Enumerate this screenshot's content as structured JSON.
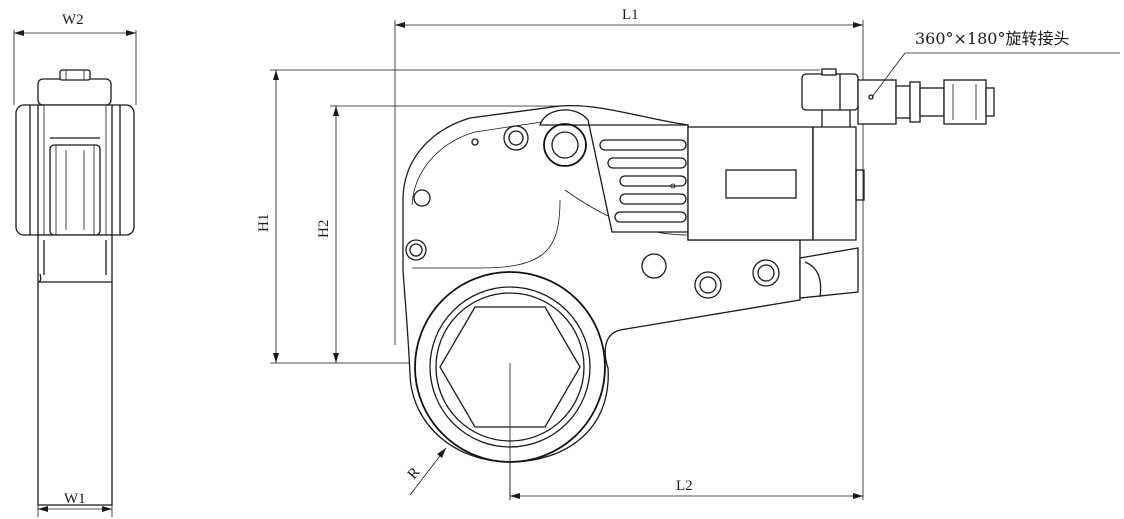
{
  "dimensions": {
    "w2": "W2",
    "w1": "W1",
    "l1": "L1",
    "l2": "L2",
    "h1": "H1",
    "h2": "H2",
    "r": "R"
  },
  "callout": {
    "swivel_label": "360°×180°旋转接头"
  },
  "colors": {
    "line": "#1a1a1a",
    "background": "#ffffff"
  }
}
